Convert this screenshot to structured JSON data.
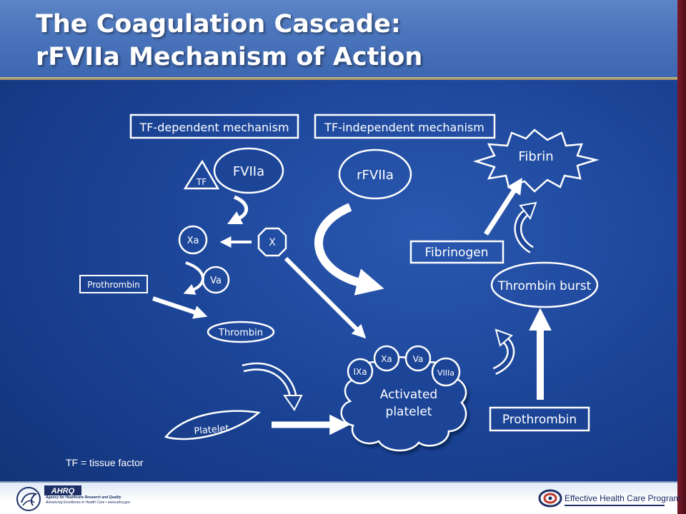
{
  "slide": {
    "title_line1": "The Coagulation Cascade:",
    "title_line2": "rFVIIa Mechanism of Action"
  },
  "diagram": {
    "tf_dependent_label": "TF-dependent mechanism",
    "tf_independent_label": "TF-independent mechanism",
    "tf": "TF",
    "fviia": "FVIIa",
    "rfviia": "rFVIIa",
    "xa_left": "Xa",
    "x": "X",
    "va_left": "Va",
    "prothrombin_left": "Prothrombin",
    "thrombin": "Thrombin",
    "platelet": "Platelet",
    "platelet_ixa": "IXa",
    "platelet_xa": "Xa",
    "platelet_va": "Va",
    "platelet_viiia": "VIIIa",
    "activated_platelet_line1": "Activated",
    "activated_platelet_line2": "platelet",
    "fibrin": "Fibrin",
    "fibrinogen": "Fibrinogen",
    "thrombin_burst": "Thrombin burst",
    "prothrombin_right": "Prothrombin"
  },
  "footnote": "TF = tissue factor",
  "footer": {
    "ahrq_logo_text": "AHRQ",
    "ahrq_line1": "Agency for Healthcare Research and Quality",
    "ahrq_line2": "Advancing Excellence in Health Care • www.ahrq.gov",
    "ehc_program": "Effective Health Care Program"
  },
  "colors": {
    "background": "#1c4598",
    "header": "#4a74bb",
    "header_rule": "#c7b58a",
    "stroke": "#ffffff",
    "footer_text": "#1d2f66",
    "right_strip": "#7a1a2a"
  },
  "icons": {
    "hhs": "hhs-eagle-icon",
    "ehc": "ehc-swirl-icon"
  }
}
